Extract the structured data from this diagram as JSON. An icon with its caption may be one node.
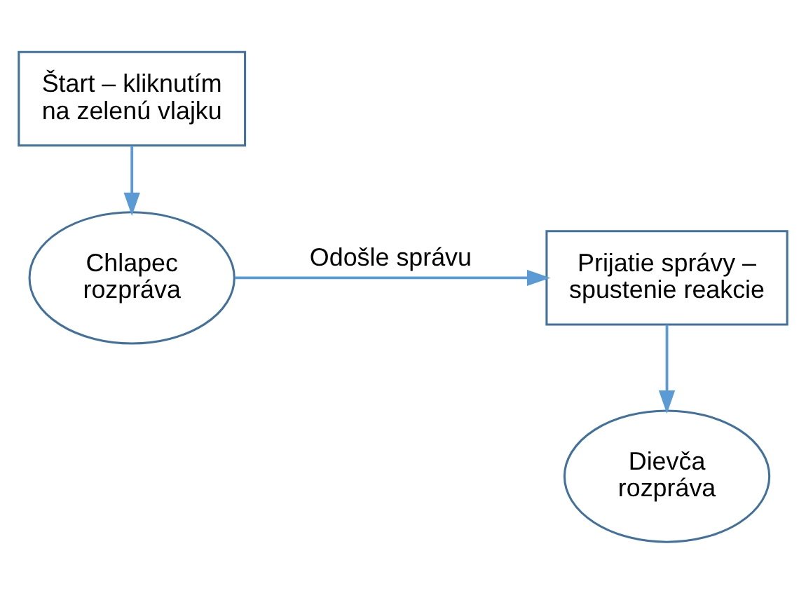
{
  "diagram": {
    "nodes": [
      {
        "text": [
          "Štart – kliknutím na zelenú vlajku"
        ]
      },
      {
        "text": [
          "Chlapec rozpráva"
        ]
      },
      {
        "text": [
          "Prijatie správy – spustenie reakcie"
        ]
      },
      {
        "text": [
          "Dievča rozpráva"
        ]
      }
    ],
    "edges": [
      {
        "from": 0,
        "to": 1,
        "arrow": "to"
      },
      {
        "from": 1,
        "to": 2,
        "arrow": "to",
        "label": "Odošle správu"
      },
      {
        "from": 2,
        "to": 3,
        "arrow": "to"
      }
    ]
  }
}
